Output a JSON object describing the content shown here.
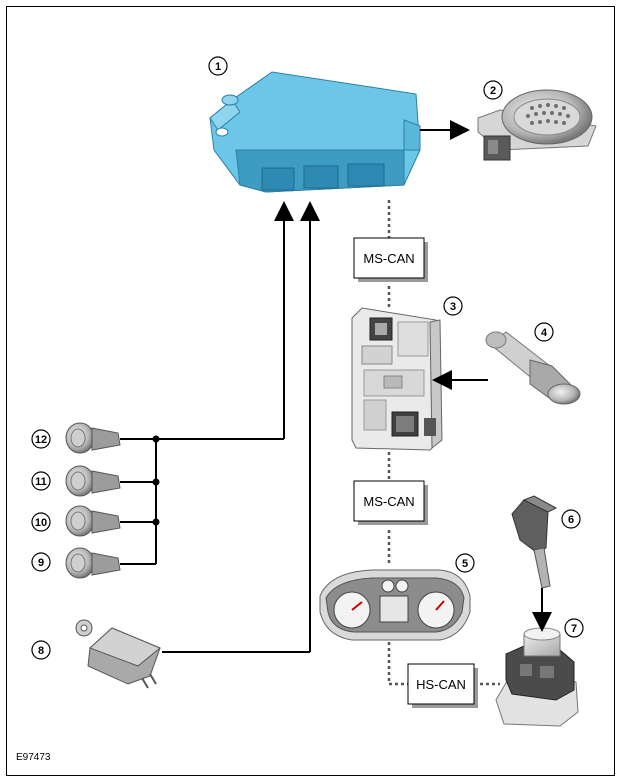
{
  "figure_id": "E97473",
  "components": [
    {
      "number": "1"
    },
    {
      "number": "2"
    },
    {
      "number": "3"
    },
    {
      "number": "4"
    },
    {
      "number": "5"
    },
    {
      "number": "6"
    },
    {
      "number": "7"
    },
    {
      "number": "8"
    },
    {
      "number": "9"
    },
    {
      "number": "10"
    },
    {
      "number": "11"
    },
    {
      "number": "12"
    }
  ],
  "bus_labels": {
    "ms_can_1": "MS-CAN",
    "ms_can_2": "MS-CAN",
    "hs_can": "HS-CAN"
  },
  "colors": {
    "module_blue": "#6cc6e8",
    "module_blue_dark": "#3e9cc3",
    "part_grey": "#cfcfcf",
    "part_grey_dark": "#8a8a8a",
    "wire": "#000000"
  }
}
